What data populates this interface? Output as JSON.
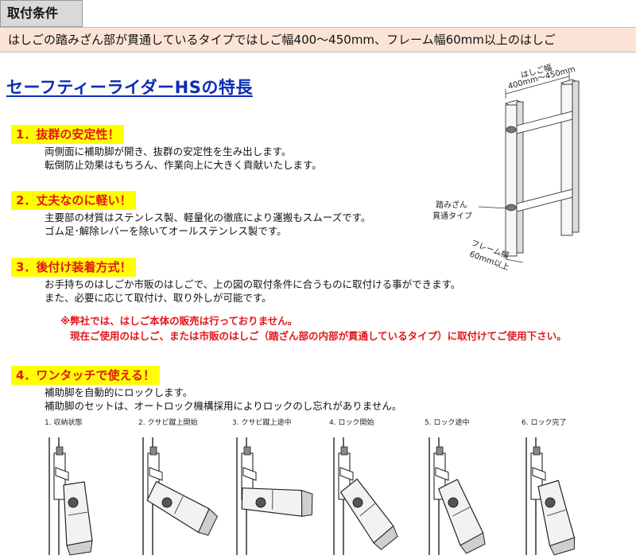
{
  "header": {
    "title": "取付条件",
    "condition": "はしごの踏みざん部が貫通しているタイプではしご幅400～450mm、フレーム幅60mm以上のはしご"
  },
  "main_title": "セーフティーライダーHSの特長",
  "sections": [
    {
      "heading": "1．抜群の安定性！",
      "lines": [
        "両側面に補助脚が開き、抜群の安定性を生み出します。",
        "転倒防止効果はもちろん、作業向上に大きく貢献いたします。"
      ]
    },
    {
      "heading": "2．丈夫なのに軽い！",
      "lines": [
        "主要部の材質はステンレス製、軽量化の徹底により運搬もスムーズです。",
        "ゴム足･解除レバーを除いてオールステンレス製です。"
      ]
    },
    {
      "heading": "3．後付け装着方式！",
      "lines": [
        "お手持ちのはしごか市販のはしごで、上の図の取付条件に合うものに取付ける事ができます。",
        "また、必要に応じて取付け、取り外しが可能です。"
      ],
      "notes": [
        "※弊社では、はしご本体の販売は行っておりません。",
        "現在ご使用のはしご、または市販のはしご（踏ざん部の内部が貫通しているタイプ）に取付けてご使用下さい。"
      ]
    },
    {
      "heading": "4．ワンタッチで使える！",
      "lines": [
        "補助脚を自動的にロックします。",
        "補助脚のセットは、オートロック機構採用によりロックのし忘れがありません。"
      ]
    }
  ],
  "diagram": {
    "width_label_1": "はしご幅",
    "width_label_2": "400mm～450mm",
    "rung_label_1": "踏みざん",
    "rung_label_2": "貫通タイプ",
    "frame_label_1": "フレーム幅",
    "frame_label_2": "60mm以上"
  },
  "steps": [
    {
      "label": "1. 収納状態",
      "leg_angle": 0
    },
    {
      "label": "2. クサビ蹴上開始",
      "leg_angle": 55
    },
    {
      "label": "3. クサビ蹴上途中",
      "leg_angle": 80
    },
    {
      "label": "4. ロック開始",
      "leg_angle": 30
    },
    {
      "label": "5. ロック途中",
      "leg_angle": 18
    },
    {
      "label": "6. ロック完了",
      "leg_angle": 8
    }
  ]
}
